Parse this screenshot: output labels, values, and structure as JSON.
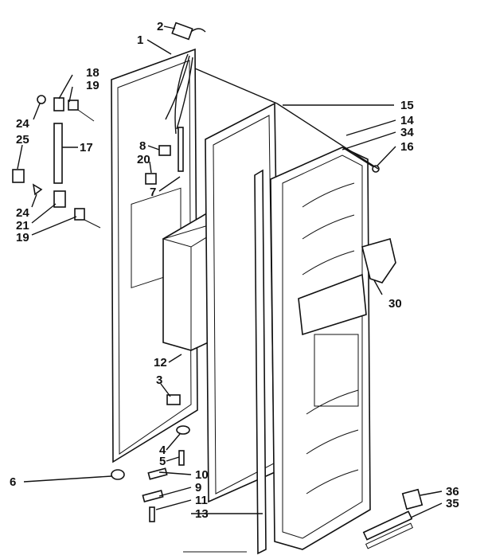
{
  "labels": [
    {
      "id": "2",
      "text": "2"
    },
    {
      "id": "1",
      "text": "1"
    },
    {
      "id": "18",
      "text": "18"
    },
    {
      "id": "19a",
      "text": "19"
    },
    {
      "id": "24a",
      "text": "24"
    },
    {
      "id": "25",
      "text": "25"
    },
    {
      "id": "17",
      "text": "17"
    },
    {
      "id": "8",
      "text": "8"
    },
    {
      "id": "20",
      "text": "20"
    },
    {
      "id": "7",
      "text": "7"
    },
    {
      "id": "24b",
      "text": "24"
    },
    {
      "id": "21",
      "text": "21"
    },
    {
      "id": "19b",
      "text": "19"
    },
    {
      "id": "15",
      "text": "15"
    },
    {
      "id": "14",
      "text": "14"
    },
    {
      "id": "34",
      "text": "34"
    },
    {
      "id": "16",
      "text": "16"
    },
    {
      "id": "30",
      "text": "30"
    },
    {
      "id": "12",
      "text": "12"
    },
    {
      "id": "3",
      "text": "3"
    },
    {
      "id": "4",
      "text": "4"
    },
    {
      "id": "5",
      "text": "5"
    },
    {
      "id": "6",
      "text": "6"
    },
    {
      "id": "10",
      "text": "10"
    },
    {
      "id": "9",
      "text": "9"
    },
    {
      "id": "11",
      "text": "11"
    },
    {
      "id": "13",
      "text": "13"
    },
    {
      "id": "36",
      "text": "36"
    },
    {
      "id": "35",
      "text": "35"
    }
  ]
}
